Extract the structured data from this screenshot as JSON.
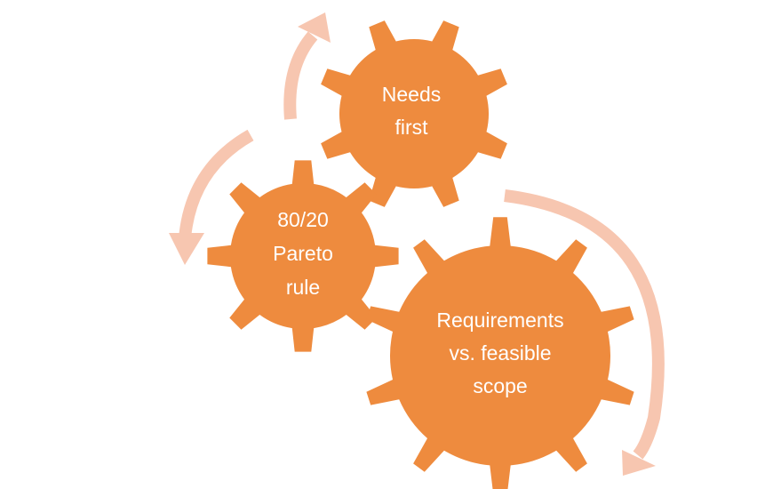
{
  "colors": {
    "gear": "#EE8B3E",
    "arrow": "#F7C6B0",
    "text": "#FFFFFF",
    "background": "#FFFFFF"
  },
  "gears": [
    {
      "id": "needs-first",
      "lines": [
        "Needs",
        "first"
      ]
    },
    {
      "id": "pareto",
      "lines": [
        "80/20",
        "Pareto",
        "rule"
      ]
    },
    {
      "id": "requirements",
      "lines": [
        "Requirements",
        "vs. feasible",
        "scope"
      ]
    }
  ]
}
